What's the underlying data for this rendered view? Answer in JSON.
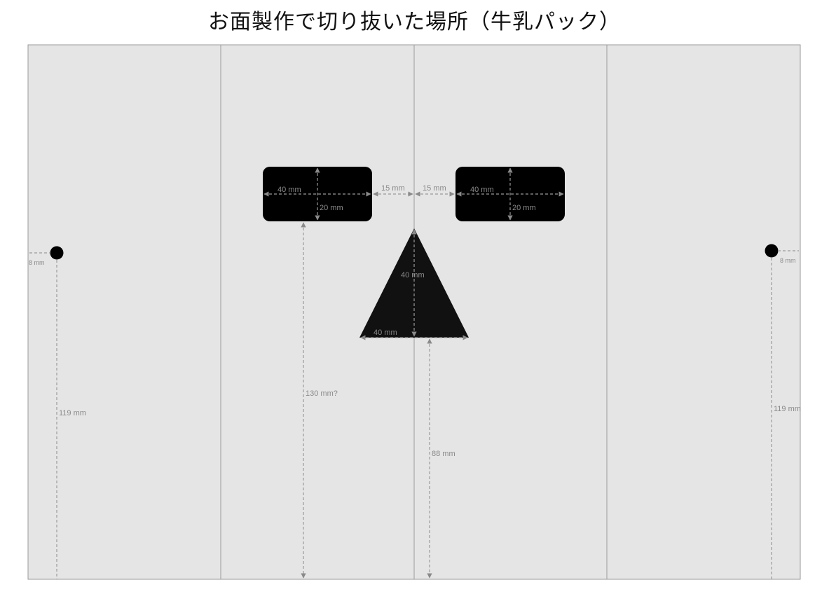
{
  "title": "お面製作で切り抜いた場所（牛乳パック）",
  "colors": {
    "panel": "#e5e5e5",
    "fold_line": "#9a9a9a",
    "cutout": "#000000",
    "triangle": "#111111",
    "dimension": "#8a8a8a"
  },
  "panels": [
    "panel-1",
    "panel-2",
    "panel-3",
    "panel-4"
  ],
  "cutouts": {
    "left_eye": {
      "shape": "rounded-rectangle",
      "width_label": "40 mm",
      "height_label": "20 mm"
    },
    "right_eye": {
      "shape": "rounded-rectangle",
      "width_label": "40 mm",
      "height_label": "20 mm"
    },
    "nose": {
      "shape": "triangle",
      "height_label": "40 mm",
      "base_label": "40 mm"
    },
    "left_hole": {
      "shape": "circle"
    },
    "right_hole": {
      "shape": "circle"
    }
  },
  "dimensions": {
    "left_eye_to_center": "15 mm",
    "right_eye_to_center": "15 mm",
    "eye_to_bottom": "130 mm?",
    "nose_to_bottom": "88 mm",
    "left_hole_offset": "8 mm",
    "left_hole_to_bottom": "119 mm",
    "right_hole_offset": "8 mm",
    "right_hole_to_bottom": "119 mm"
  }
}
